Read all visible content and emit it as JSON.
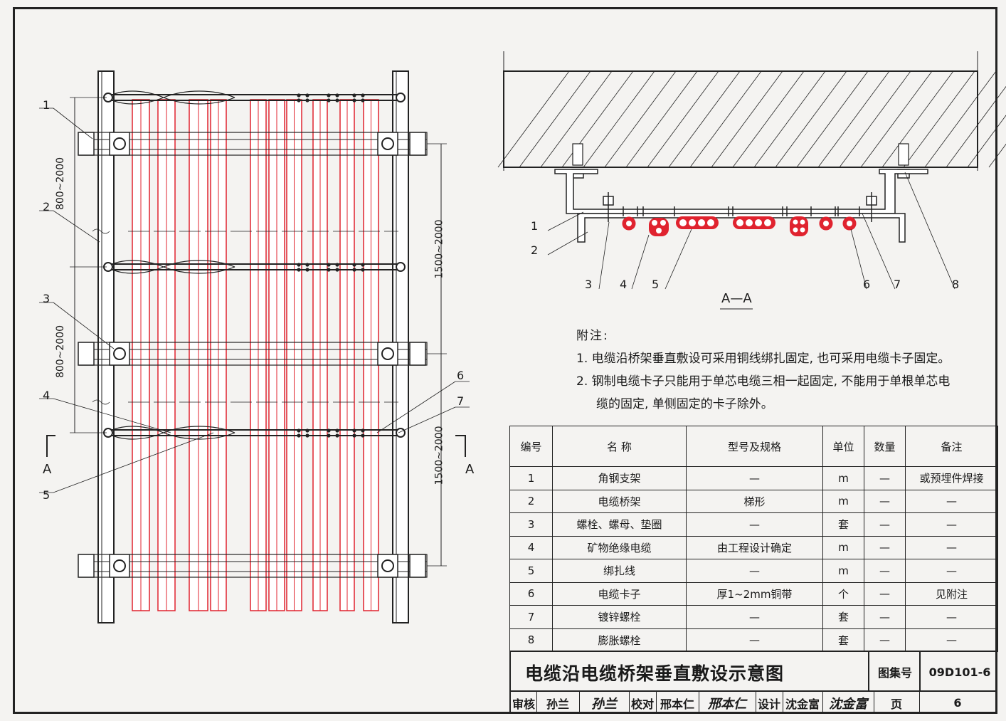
{
  "left_view": {
    "callouts": [
      "1",
      "2",
      "3",
      "4",
      "5",
      "6",
      "7"
    ],
    "dim_800_a": "800~2000",
    "dim_800_b": "800~2000",
    "dim_1500_a": "1500~2000",
    "dim_1500_b": "1500~2000",
    "section_mark_left": "A",
    "section_mark_right": "A"
  },
  "section_view": {
    "title": "A—A",
    "callouts": [
      "1",
      "2",
      "3",
      "4",
      "5",
      "6",
      "7",
      "8"
    ]
  },
  "notes": {
    "title": "附注:",
    "line1": "1. 电缆沿桥架垂直敷设可采用铜线绑扎固定, 也可采用电缆卡子固定。",
    "line2": "2. 钢制电缆卡子只能用于单芯电缆三相一起固定, 不能用于单根单芯电",
    "line3": "缆的固定, 单侧固定的卡子除外。"
  },
  "bom": {
    "headers": [
      "编号",
      "名  称",
      "型号及规格",
      "单位",
      "数量",
      "备注"
    ],
    "rows": [
      [
        "1",
        "角钢支架",
        "—",
        "m",
        "—",
        "或预埋件焊接"
      ],
      [
        "2",
        "电缆桥架",
        "梯形",
        "m",
        "—",
        "—"
      ],
      [
        "3",
        "螺栓、螺母、垫圈",
        "—",
        "套",
        "—",
        "—"
      ],
      [
        "4",
        "矿物绝缘电缆",
        "由工程设计确定",
        "m",
        "—",
        "—"
      ],
      [
        "5",
        "绑扎线",
        "—",
        "m",
        "—",
        "—"
      ],
      [
        "6",
        "电缆卡子",
        "厚1~2mm铜带",
        "个",
        "—",
        "见附注"
      ],
      [
        "7",
        "镀锌螺栓",
        "—",
        "套",
        "—",
        "—"
      ],
      [
        "8",
        "膨胀螺栓",
        "—",
        "套",
        "—",
        "—"
      ]
    ]
  },
  "title_block": {
    "title": "电缆沿电缆桥架垂直敷设示意图",
    "atlas_label": "图集号",
    "atlas_value": "09D101-6",
    "review_label": "审核",
    "review_name": "孙兰",
    "review_sig": "孙兰",
    "check_label": "校对",
    "check_name": "邢本仁",
    "check_sig": "邢本仁",
    "design_label": "设计",
    "design_name": "沈金富",
    "design_sig": "沈金富",
    "page_label": "页",
    "page_value": "6"
  },
  "colors": {
    "cable": "#e0232f",
    "line": "#222222",
    "fill": "#ffffff"
  }
}
